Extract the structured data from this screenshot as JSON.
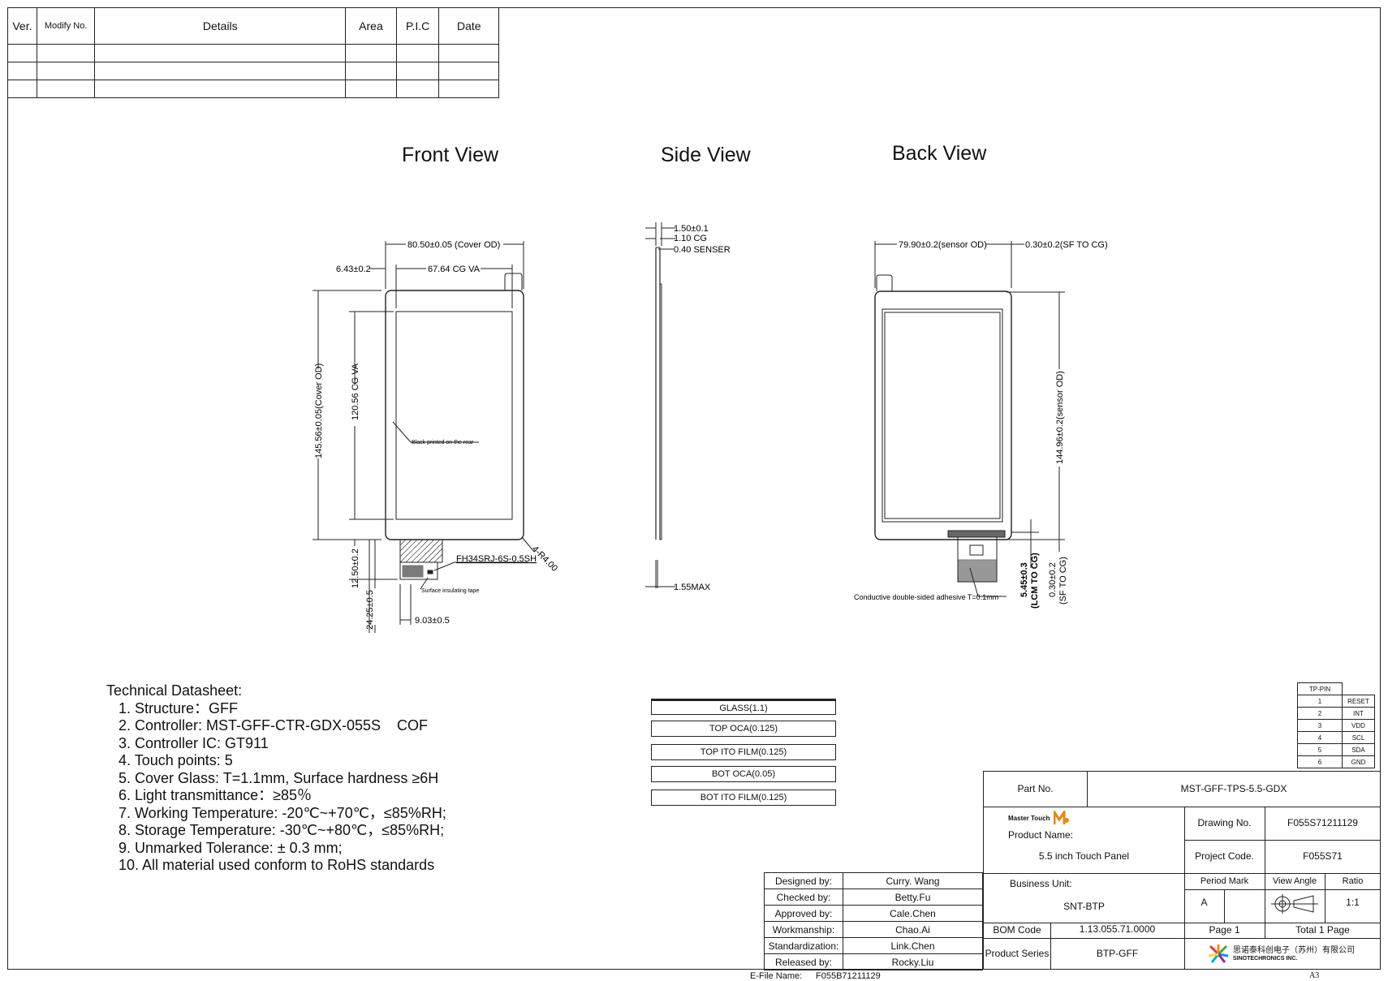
{
  "revision_table": {
    "headers": [
      "Ver.",
      "Modify No.",
      "Details",
      "Area",
      "P.I.C",
      "Date"
    ],
    "rows": [
      [
        "",
        "",
        "",
        "",
        "",
        ""
      ],
      [
        "",
        "",
        "",
        "",
        "",
        ""
      ],
      [
        "",
        "",
        "",
        "",
        "",
        ""
      ]
    ]
  },
  "views": {
    "front": "Front View",
    "side": "Side View",
    "back": "Back View"
  },
  "front_dims": {
    "cover_od_width": "80.50±0.05 (Cover OD)",
    "left_offset": "6.43±0.2",
    "cg_va_width": "67.64 CG VA",
    "cover_od_height": "145.56±0.05(Cover OD)",
    "cg_va_height": "120.56 CG VA",
    "black_print": "Black printed on the rear",
    "connector": "FH34SRJ-6S-0.5SH",
    "corner_radius": "4-R4.00",
    "fpc_length": "12.50±0.2",
    "fpc_total": "24.25±0.5",
    "insulating_tape": "Surface insulating tape",
    "fpc_width": "9.03±0.5"
  },
  "side_dims": {
    "total": "1.50±0.1",
    "cg": "1.10 CG",
    "senser": "0.40 SENSER",
    "max": "1.55MAX"
  },
  "back_dims": {
    "sensor_od_width": "79.90±0.2(sensor OD)",
    "sf_to_cg_top": "0.30±0.2(SF TO CG)",
    "sensor_od_height": "144.96±0.2(sensor OD)",
    "adhesive": "Conductive double-sided adhesive T=0.1mm",
    "lcm_to_cg_value": "5.45±0.3",
    "lcm_to_cg_label": "(LCM TO CG)",
    "sf_to_cg_value": "0.30±0.2",
    "sf_to_cg_label": "(SF TO CG)"
  },
  "tech": {
    "title": "Technical Datasheet:",
    "items": [
      "1. Structure：GFF",
      "2. Controller: MST-GFF-CTR-GDX-055S    COF",
      "3. Controller IC: GT911",
      "4. Touch points: 5",
      "5. Cover Glass: T=1.1mm, Surface hardness ≥6H",
      "6. Light transmittance：≥85％",
      "7. Working Temperature: -20℃~+70℃，≤85%RH;",
      "8. Storage Temperature: -30℃~+80℃，≤85%RH;",
      "9. Unmarked Tolerance: ± 0.3 mm;",
      "10. All material used conform to RoHS standards"
    ]
  },
  "layers": [
    "GLASS(1.1)",
    "TOP  OCA(0.125)",
    "TOP ITO FILM(0.125)",
    "BOT  OCA(0.05)",
    "BOT ITO FILM(0.125)"
  ],
  "tp_pin": {
    "header": "TP-PIN",
    "pins": [
      [
        "1",
        "RESET"
      ],
      [
        "2",
        "INT"
      ],
      [
        "3",
        "VDD"
      ],
      [
        "4",
        "SCL"
      ],
      [
        "5",
        "SDA"
      ],
      [
        "6",
        "GND"
      ]
    ]
  },
  "title_block": {
    "part_no_label": "Part No.",
    "part_no": "MST-GFF-TPS-5.5-GDX",
    "logo_text": "Master Touch",
    "product_name_label": "Product Name:",
    "product_name": "5.5 inch Touch Panel",
    "drawing_no_label": "Drawing No.",
    "drawing_no": "F055S71211129",
    "project_code_label": "Project Code.",
    "project_code": "F055S71",
    "business_unit_label": "Business Unit:",
    "business_unit": "SNT-BTP",
    "period_mark_label": "Period Mark",
    "view_angle_label": "View Angle",
    "ratio_label": "Ratio",
    "period_mark": "A",
    "ratio": "1:1",
    "bom_code_label": "BOM Code",
    "bom_code": "1.13.055.71.0000",
    "page": "Page 1",
    "total_page": "Total 1 Page",
    "product_series_label": "Product Series",
    "product_series": "BTP-GFF",
    "company_cn": "思诺泰科创电子（苏州）有限公司",
    "company_en": "SINOTECHRONICS INC.",
    "sheet_size": "A3"
  },
  "signoffs": [
    [
      "Designed by:",
      "Curry. Wang"
    ],
    [
      "Checked by:",
      "Betty.Fu"
    ],
    [
      "Approved by:",
      "Cale.Chen"
    ],
    [
      "Workmanship:",
      "Chao.Ai"
    ],
    [
      "Standardization:",
      "Link.Chen"
    ],
    [
      "Released by:",
      "Rocky.Liu"
    ]
  ],
  "efile": {
    "label": "E-File Name:",
    "value": "F055B71211129"
  }
}
